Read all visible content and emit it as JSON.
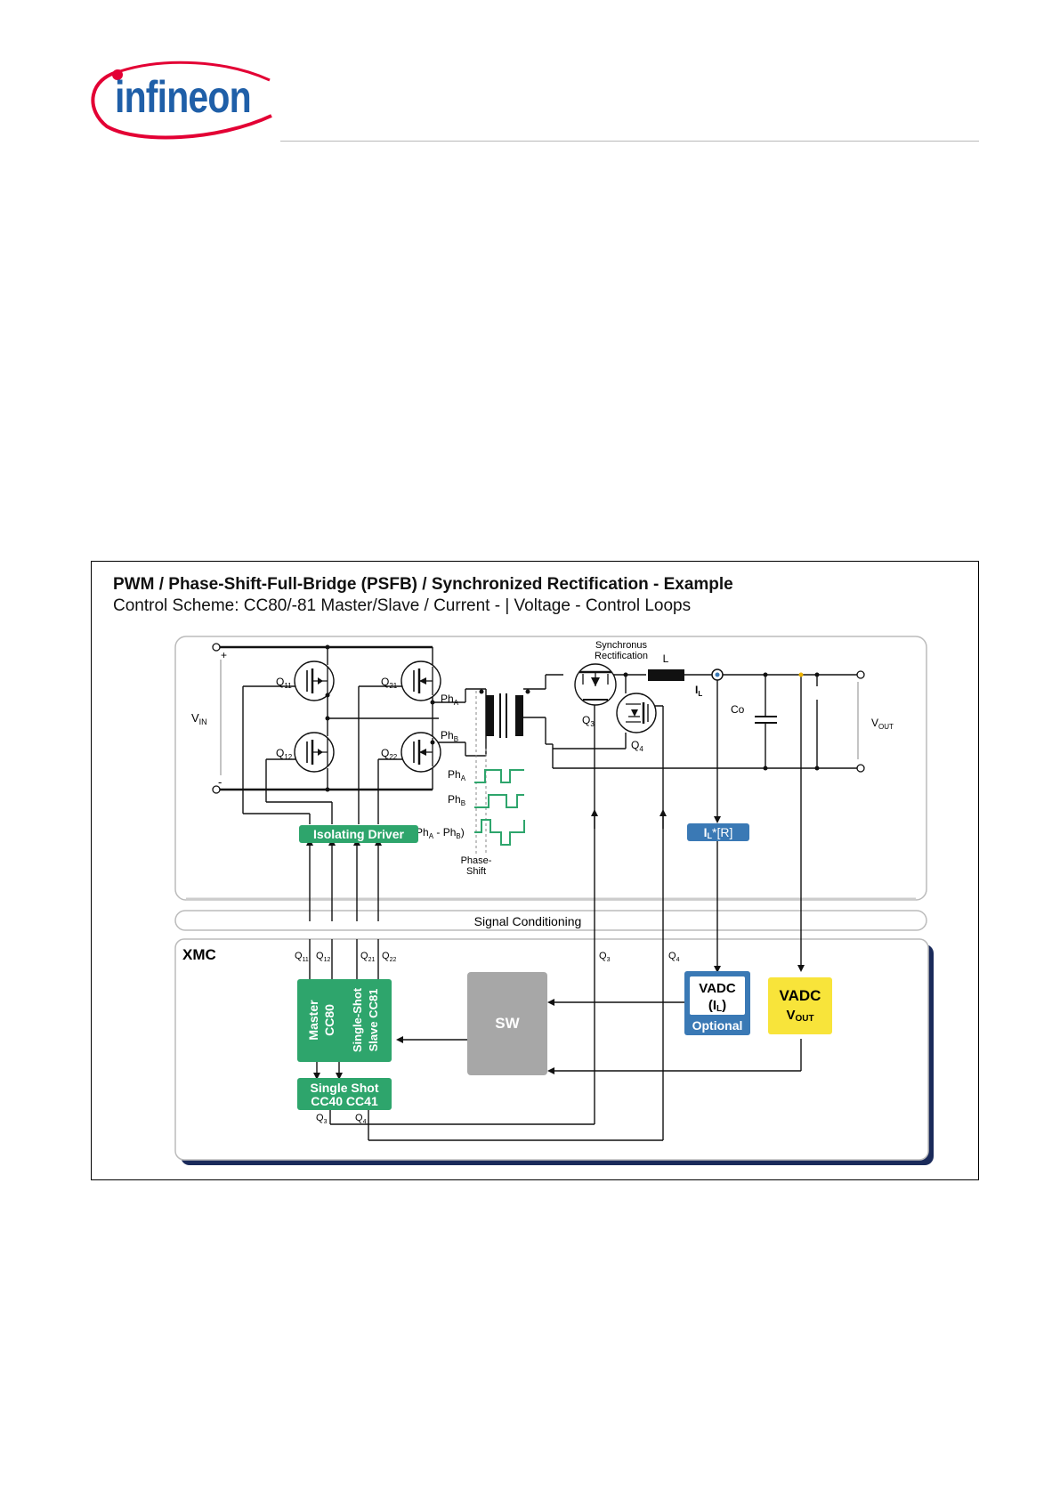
{
  "brand": {
    "name": "infineon",
    "colors": {
      "logo_blue": "#1f5fa8",
      "logo_red": "#e30034",
      "green": "#2ea56c",
      "blue_block": "#3a79b5",
      "yellow_block": "#f8e43a",
      "gray_block": "#a7a7a7",
      "navy_shadow": "#1a2a5a"
    }
  },
  "figure": {
    "title": "PWM / Phase-Shift-Full-Bridge (PSFB) / Synchronized Rectification - Example",
    "subtitle": "Control Scheme: CC80/-81 Master/Slave / Current - | Voltage - Control Loops",
    "power_stage": {
      "vin": "V",
      "vin_sub": "IN",
      "plus": "+",
      "minus": "-",
      "q11": "Q",
      "q11_sub": "11",
      "q12": "Q",
      "q12_sub": "12",
      "q21": "Q",
      "q21_sub": "21",
      "q22": "Q",
      "q22_sub": "22",
      "pha": "Ph",
      "pha_sub": "A",
      "phb": "Ph",
      "phb_sub": "B",
      "sync_rect_1": "Synchronus",
      "sync_rect_2": "Rectification",
      "l": "L",
      "il": "I",
      "il_sub": "L",
      "co": "Co",
      "vout": "V",
      "vout_sub": "OUT",
      "q3": "Q",
      "q3_sub": "3",
      "q4": "Q",
      "q4_sub": "4",
      "wave_pha": "Ph",
      "wave_pha_sub": "A",
      "wave_phb": "Ph",
      "wave_phb_sub": "B",
      "wave_diff": "(Ph",
      "wave_diff_a": "A",
      "wave_diff_mid": " - Ph",
      "wave_diff_b": "B",
      "wave_diff_end": ")",
      "phase_shift_1": "Phase-",
      "phase_shift_2": "Shift",
      "isolating_driver": "Isolating Driver",
      "il_r": "I",
      "il_r_sub": "L",
      "il_r_end": "*[R]"
    },
    "signal_conditioning": "Signal Conditioning",
    "xmc": {
      "label": "XMC",
      "sig_q11": "Q",
      "sig_q11_sub": "11",
      "sig_q12": "Q",
      "sig_q12_sub": "12",
      "sig_q21": "Q",
      "sig_q21_sub": "21",
      "sig_q22": "Q",
      "sig_q22_sub": "22",
      "sig_q3": "Q",
      "sig_q3_sub": "3",
      "sig_q4": "Q",
      "sig_q4_sub": "4",
      "master_1": "Master",
      "master_2": "CC80",
      "slave_1": "Single-Shot",
      "slave_2": "Slave CC81",
      "sw": "SW",
      "single_shot_1": "Single Shot",
      "single_shot_2": "CC40 CC41",
      "out_q3": "Q",
      "out_q3_sub": "3",
      "out_q4": "Q",
      "out_q4_sub": "4",
      "vadc_il_1": "VADC",
      "vadc_il_2": "(I",
      "vadc_il_2_sub": "L",
      "vadc_il_2_end": ")",
      "vadc_il_3": "Optional",
      "vadc_vout_1": "VADC",
      "vadc_vout_2": "V",
      "vadc_vout_2_sub": "OUT"
    }
  }
}
